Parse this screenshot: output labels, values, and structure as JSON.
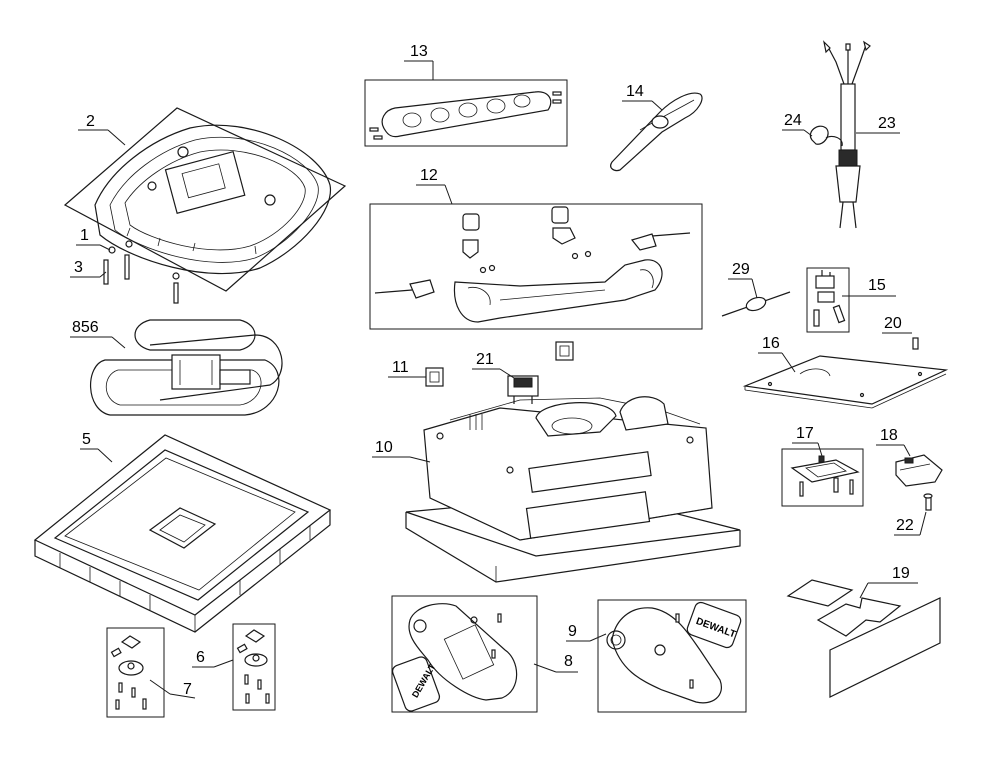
{
  "parts": [
    {
      "id": "p2",
      "label": "2"
    },
    {
      "id": "p1",
      "label": "1"
    },
    {
      "id": "p3",
      "label": "3"
    },
    {
      "id": "p856",
      "label": "856"
    },
    {
      "id": "p5",
      "label": "5"
    },
    {
      "id": "p6",
      "label": "6"
    },
    {
      "id": "p7",
      "label": "7"
    },
    {
      "id": "p13",
      "label": "13"
    },
    {
      "id": "p14",
      "label": "14"
    },
    {
      "id": "p24",
      "label": "24"
    },
    {
      "id": "p23",
      "label": "23"
    },
    {
      "id": "p12",
      "label": "12"
    },
    {
      "id": "p29",
      "label": "29"
    },
    {
      "id": "p15",
      "label": "15"
    },
    {
      "id": "p20",
      "label": "20"
    },
    {
      "id": "p16",
      "label": "16"
    },
    {
      "id": "p11",
      "label": "11"
    },
    {
      "id": "p21",
      "label": "21"
    },
    {
      "id": "p10",
      "label": "10"
    },
    {
      "id": "p17",
      "label": "17"
    },
    {
      "id": "p18",
      "label": "18"
    },
    {
      "id": "p22",
      "label": "22"
    },
    {
      "id": "p19",
      "label": "19"
    },
    {
      "id": "p8",
      "label": "8"
    },
    {
      "id": "p9",
      "label": "9"
    }
  ],
  "badges": {
    "left_cover": "DEWALT",
    "right_cover": "DEWALT"
  }
}
